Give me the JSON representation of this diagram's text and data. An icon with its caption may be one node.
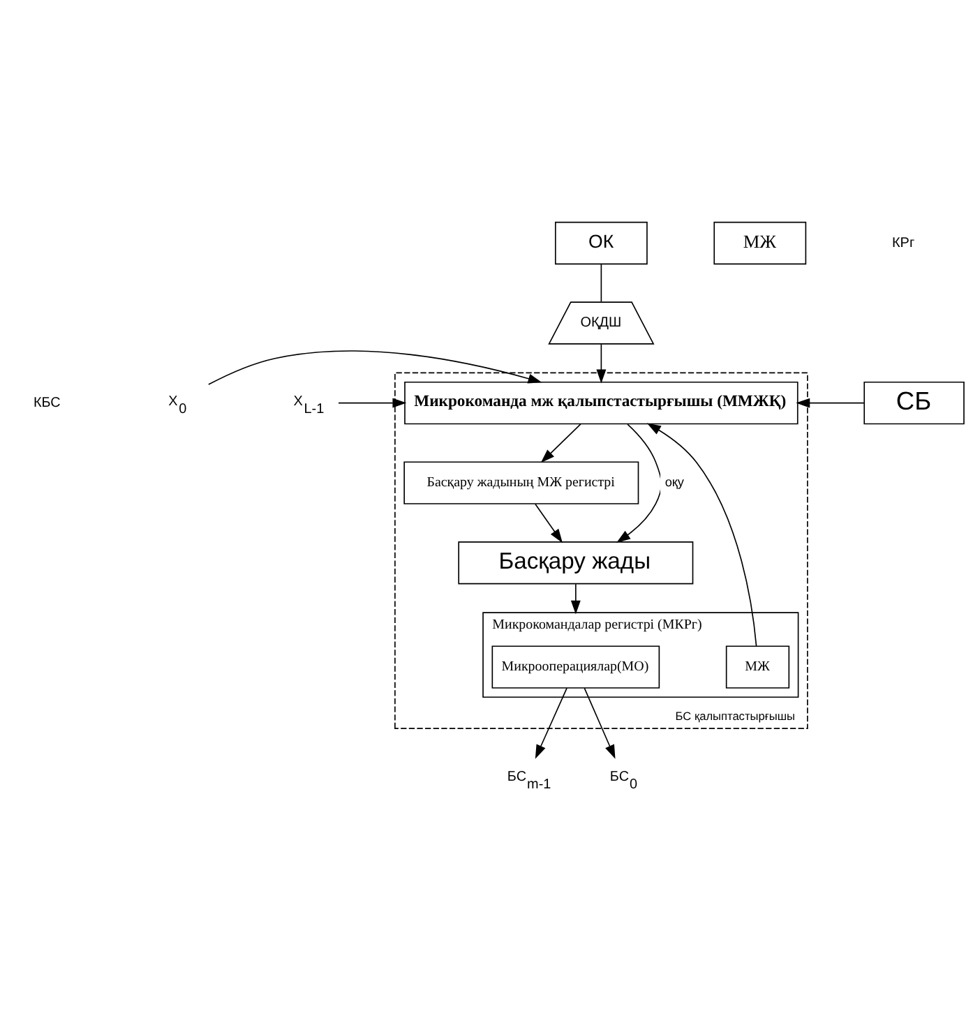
{
  "diagram": {
    "nodes": [
      {
        "text": [
          "ОК"
        ]
      },
      {
        "text": [
          "МЖ"
        ]
      },
      {
        "text": [
          "ОҚДШ"
        ]
      },
      {
        "text": [
          "БС қалыптастырғышы"
        ]
      },
      {
        "text": [
          "Микрокоманда мж қалыпстастырғышы (ММЖҚ)"
        ],
        "in": 3
      },
      {
        "text": [
          "Басқару жадының МЖ регистрі"
        ],
        "in": 3
      },
      {
        "text": [
          "Басқару жады"
        ],
        "in": 3
      },
      {
        "text": [
          "Микрокомандалар регистрі (МКРг)"
        ],
        "in": 3
      },
      {
        "text": [
          "Микрооперациялар(МО)"
        ],
        "in": 7
      },
      {
        "text": [
          "МЖ"
        ],
        "in": 7
      },
      {
        "text": [
          "СБ"
        ]
      },
      {
        "text": [
          "X$_{0}$"
        ]
      },
      {
        "text": [
          "X$_{L-1}$"
        ]
      },
      {
        "text": [
          "БС$_{m-1}$"
        ]
      },
      {
        "text": [
          "БС$_{0}$"
        ]
      }
    ],
    "edges": [
      {
        "from": 0,
        "to": 2,
        "arrow": "none"
      },
      {
        "from": 2,
        "to": 4,
        "arrow": "to"
      },
      {
        "from": 11,
        "to": 4,
        "arrow": "to"
      },
      {
        "from": 12,
        "to": 4,
        "arrow": "to"
      },
      {
        "from": 10,
        "to": 4,
        "arrow": "to"
      },
      {
        "from": 9,
        "to": 4,
        "arrow": "to"
      },
      {
        "from": 4,
        "to": 6,
        "arrow": "to",
        "label": "оқу"
      },
      {
        "from": 4,
        "to": 5,
        "arrow": "to"
      },
      {
        "from": 5,
        "to": 6,
        "arrow": "to"
      },
      {
        "from": 6,
        "to": 7,
        "arrow": "to"
      },
      {
        "from": 8,
        "to": 13,
        "arrow": "to"
      },
      {
        "from": 8,
        "to": 14,
        "arrow": "to"
      }
    ],
    "labels": [
      "КРг",
      "КБС"
    ]
  }
}
